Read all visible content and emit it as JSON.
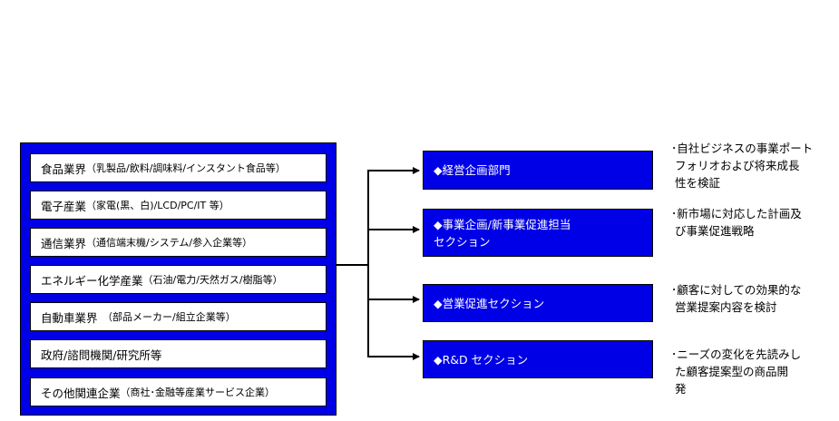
{
  "industries": [
    {
      "main": "食品業界",
      "sub": "（乳製品/飲料/調味料/インスタント食品等）"
    },
    {
      "main": "電子産業",
      "sub": "（家電(黒、白)/LCD/PC/IT 等）"
    },
    {
      "main": "通信業界",
      "sub": "（通信端末機/システム/参入企業等）"
    },
    {
      "main": "エネルギー化学産業",
      "sub": "（石油/電力/天然ガス/樹脂等）"
    },
    {
      "main": "自動車業界",
      "sub": "　（部品メーカー/組立企業等）"
    },
    {
      "main": "政府/諮問機関/研究所等",
      "sub": ""
    },
    {
      "main": "その他関連企業",
      "sub": "（商社･金融等産業サービス企業）"
    }
  ],
  "sections": [
    {
      "lines": [
        "◆経営企画部門"
      ]
    },
    {
      "lines": [
        "◆事業企画/新事業促進担当",
        "セクション"
      ]
    },
    {
      "lines": [
        "◆営業促進セクション"
      ]
    },
    {
      "lines": [
        "◆R&D セクション"
      ]
    }
  ],
  "descriptions": [
    {
      "lines": [
        "･自社ビジネスの事業ポート",
        " フォリオおよび将来成長",
        " 性を検証"
      ]
    },
    {
      "lines": [
        "･新市場に対応した計画及",
        " び事業促進戦略"
      ]
    },
    {
      "lines": [
        "･顧客に対しての効果的な",
        " 営業提案内容を検討"
      ]
    },
    {
      "lines": [
        "･ニーズの変化を先読みし",
        " た顧客提案型の商品開",
        " 発"
      ]
    }
  ],
  "colors": {
    "panel": "#0000e6",
    "connector": "#000000"
  }
}
